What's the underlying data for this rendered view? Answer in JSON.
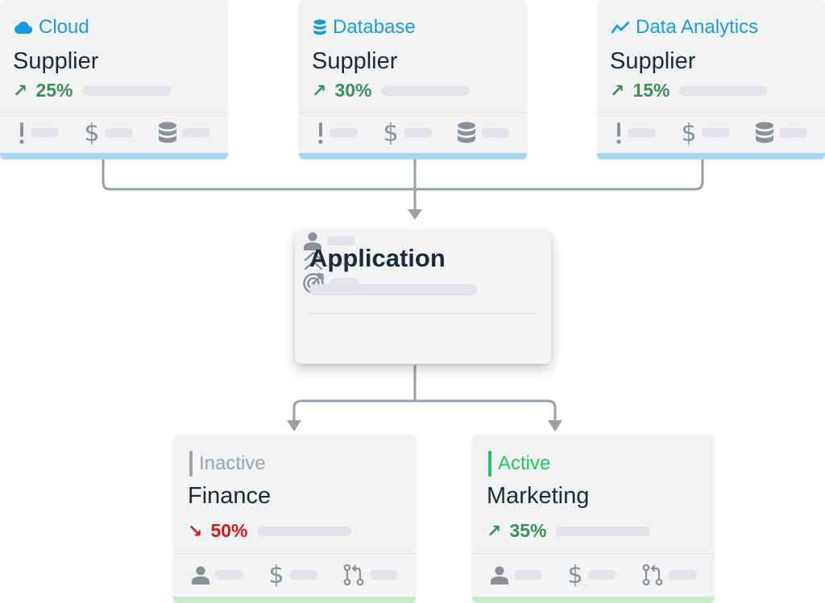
{
  "suppliers": [
    {
      "tag": "Cloud",
      "tag_icon": "cloud-icon",
      "title": "Supplier",
      "growth": "25%",
      "trend": "up",
      "footer_icons": [
        "alert-icon",
        "dollar-icon",
        "database-icon"
      ]
    },
    {
      "tag": "Database",
      "tag_icon": "database-icon",
      "title": "Supplier",
      "growth": "30%",
      "trend": "up",
      "footer_icons": [
        "alert-icon",
        "dollar-icon",
        "database-icon"
      ]
    },
    {
      "tag": "Data Analytics",
      "tag_icon": "analytics-icon",
      "title": "Supplier",
      "growth": "15%",
      "trend": "up",
      "footer_icons": [
        "alert-icon",
        "dollar-icon",
        "database-icon"
      ]
    }
  ],
  "application": {
    "title": "Application",
    "footer_icons": [
      "user-icon",
      "chevrons-up-icon",
      "target-icon"
    ]
  },
  "departments": [
    {
      "status": "Inactive",
      "title": "Finance",
      "growth": "50%",
      "trend": "down",
      "footer_icons": [
        "user-icon",
        "dollar-icon",
        "pull-request-icon"
      ]
    },
    {
      "status": "Active",
      "title": "Marketing",
      "growth": "35%",
      "trend": "up",
      "footer_icons": [
        "user-icon",
        "dollar-icon",
        "pull-request-icon"
      ]
    }
  ],
  "colors": {
    "tag_blue": "#1d9bd8",
    "trend_up": "#3e8e5a",
    "trend_down": "#d11b1b",
    "supplier_accent": "#a6d8f5",
    "department_accent": "#c8ebc9",
    "active_green": "#22c55e",
    "inactive_gray": "#9ca3af",
    "connector": "#9aa0a8"
  }
}
